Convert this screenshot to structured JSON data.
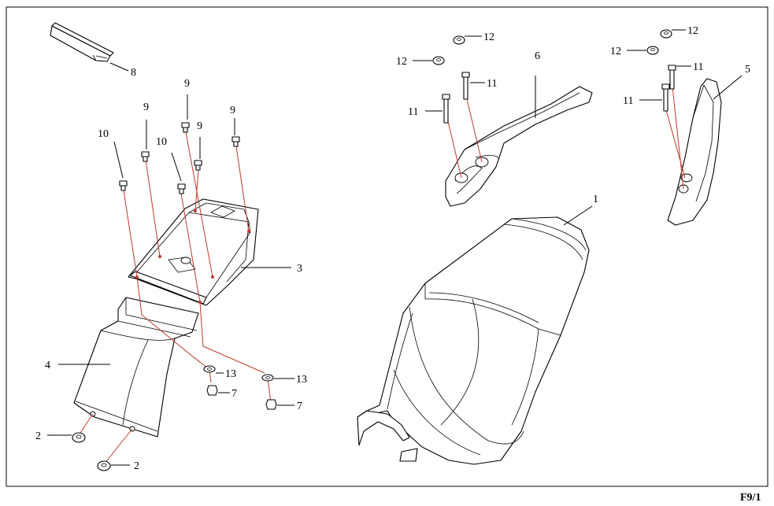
{
  "sheet_code": "F9/1",
  "colors": {
    "line": "#000000",
    "assembly_line": "#c0392b",
    "background": "#ffffff"
  },
  "callouts": {
    "c1": "1",
    "c2a": "2",
    "c2b": "2",
    "c3": "3",
    "c4": "4",
    "c5": "5",
    "c6": "6",
    "c7a": "7",
    "c7b": "7",
    "c8": "8",
    "c9a": "9",
    "c9b": "9",
    "c9c": "9",
    "c9d": "9",
    "c10a": "10",
    "c10b": "10",
    "c11a": "11",
    "c11b": "11",
    "c11c": "11",
    "c11d": "11",
    "c12a": "12",
    "c12b": "12",
    "c12c": "12",
    "c12d": "12",
    "c13a": "13",
    "c13b": "13"
  }
}
